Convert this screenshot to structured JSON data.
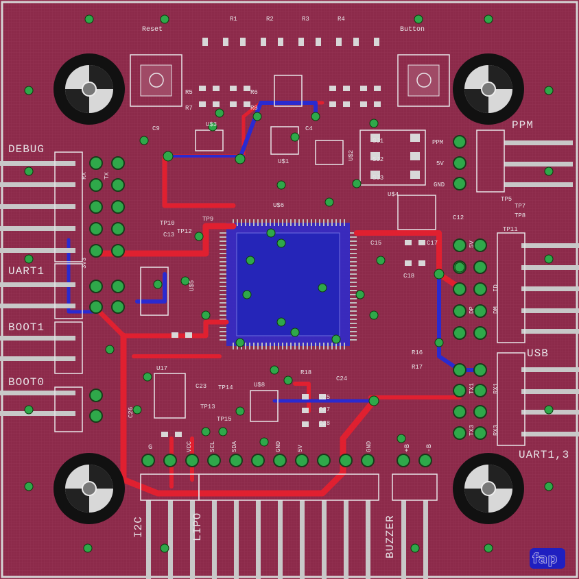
{
  "board": {
    "background": "#8c2a4a",
    "copper_top": "#e02030",
    "copper_bottom": "#2a2ad0",
    "silk": "#e8e4e8",
    "via": "#2fa84a"
  },
  "labels": {
    "reset": "Reset",
    "button": "Button",
    "ppm": "PPM",
    "debug": "DEBUG",
    "uart1": "UART1",
    "boot1": "BOOT1",
    "boot0": "BOOT0",
    "usb": "USB",
    "uart13": "UART1,3",
    "i2c": "I2C",
    "lipo": "LIPO",
    "buzzer": "BUZZER",
    "logo": "fap"
  },
  "refdes": {
    "r1": "R1",
    "r2": "R2",
    "r3": "R3",
    "r4": "R4",
    "r5": "R5",
    "r6": "R6",
    "r7": "R7",
    "r8": "R8",
    "r16": "R16",
    "r17": "R17",
    "r18": "R18",
    "c4": "C4",
    "c9": "C9",
    "c12": "C12",
    "c13": "C13",
    "c15": "C15",
    "c17": "C17",
    "c18": "C18",
    "c23": "C23",
    "c24": "C24",
    "c25": "C25",
    "c26": "C26",
    "c27": "C27",
    "c28": "C28",
    "u1": "U$1",
    "u2": "U$2",
    "u3": "U$3",
    "u4": "U$4",
    "u5": "U$5",
    "u6": "U$6",
    "u8": "U$8",
    "u17": "U17",
    "sj1": "SJ1",
    "sj2": "SJ2",
    "sj3": "SJ3",
    "tp5": "TP5",
    "tp7": "TP7",
    "tp8": "TP8",
    "tp9": "TP9",
    "tp10": "TP10",
    "tp11": "TP11",
    "tp12": "TP12",
    "tp13": "TP13",
    "tp14": "TP14",
    "tp15": "TP15",
    "ppm_pin": "PPM",
    "v5": "5V",
    "gnd": "GND",
    "b_plus": "+B",
    "b_minus": "-B",
    "vcc": "VCC",
    "sda": "SDA",
    "scl": "SCL",
    "g": "G",
    "rx3": "RX3",
    "tx3": "TX3",
    "rx1": "RX1",
    "tx1": "TX1",
    "dp": "DP",
    "dm": "DM",
    "id": "ID",
    "vbus": "5V",
    "v3": "3V3",
    "rx": "RX",
    "tx": "TX"
  }
}
